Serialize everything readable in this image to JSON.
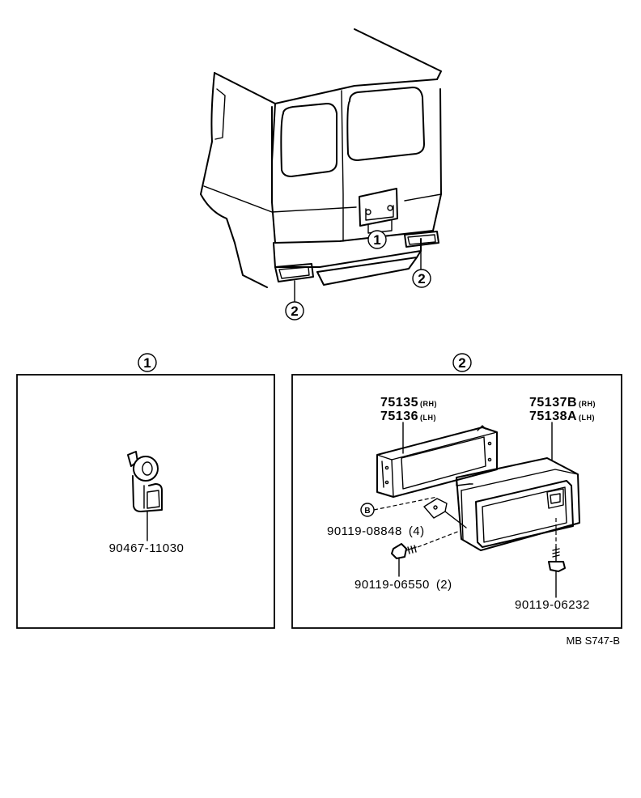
{
  "callouts": {
    "box1": "1",
    "box2": "2",
    "car_plate_lamp": "1",
    "car_rear_right": "2",
    "car_rear_left": "2"
  },
  "parts": {
    "socket": "90467-11030",
    "lens_rh": "75135",
    "lens_rh_suffix": "(RH)",
    "lens_lh": "75136",
    "lens_lh_suffix": "(LH)",
    "housing_rh": "75137B",
    "housing_rh_suffix": "(RH)",
    "housing_lh": "75138A",
    "housing_lh_suffix": "(LH)",
    "nut_marker": "B",
    "nut": "90119-08848",
    "nut_qty": "(4)",
    "bolt": "90119-06550",
    "bolt_qty": "(2)",
    "screw": "90119-06232"
  },
  "diagram_code": "MB S747-B"
}
